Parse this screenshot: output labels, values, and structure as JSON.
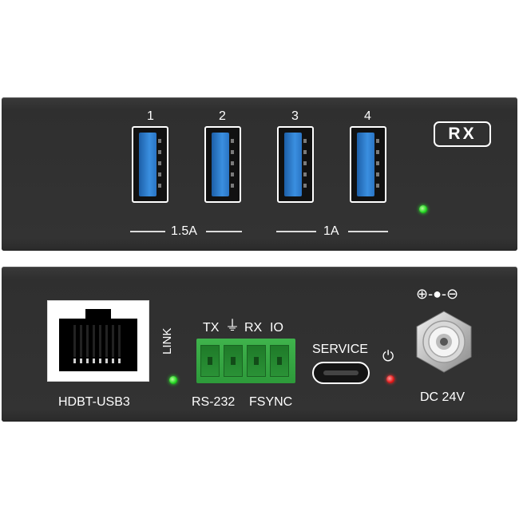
{
  "top_panel": {
    "port_numbers": [
      "1",
      "2",
      "3",
      "4"
    ],
    "current_left": "1.5A",
    "current_right": "1A",
    "badge": "RX"
  },
  "bottom_panel": {
    "rj45_label": "HDBT-USB3",
    "link_label": "LINK",
    "terminal_top_tx": "TX",
    "terminal_top_ground": "⏚",
    "terminal_top_rx": "RX",
    "terminal_top_io": "IO",
    "terminal_bottom_rs232": "RS-232",
    "terminal_bottom_fsync": "FSYNC",
    "service_label": "SERVICE",
    "power_symbol": "⏻",
    "polarity_symbol": "⊕-●-⊖",
    "dc_label": "DC 24V"
  },
  "colors": {
    "panel": "#333333",
    "usb_blue": "#3a8fe0",
    "led_green": "#1fd41f",
    "led_red": "#e01515",
    "terminal_green": "#3fb34c"
  }
}
